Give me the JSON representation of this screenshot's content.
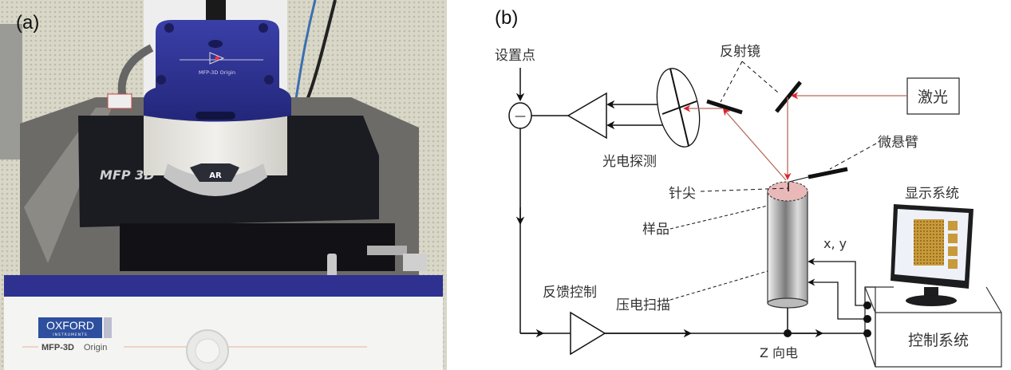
{
  "panel_a": {
    "label": "(a)",
    "device_top_label": "MFP-3D Origin",
    "stage_logo": "MFP 3D",
    "knob_logo": "AR",
    "brand_name": "OXFORD",
    "brand_sub": "INSTRUMENTS",
    "base_label_bold": "MFP-3D",
    "base_label_light": "Origin",
    "colors": {
      "blue": "#2b2f8f",
      "white_body": "#ecebe6",
      "stage": "#1b1c22"
    }
  },
  "panel_b": {
    "label": "(b)",
    "labels": {
      "setpoint": "设置点",
      "mirror": "反射镜",
      "laser": "激光",
      "cantilever": "微悬臂",
      "photodetector": "光电探测",
      "tip": "针尖",
      "sample": "样品",
      "display_system": "显示系统",
      "xy": "x,  y",
      "feedback_control": "反馈控制",
      "piezo_scanner": "压电扫描",
      "z_direction": "Z 向电",
      "control_system": "控制系统",
      "comparator_symbol": "—"
    },
    "colors": {
      "laser_beam": "#b56a5a",
      "arrow_red": "#e0202a",
      "sample_fill": "#e9b9b9",
      "line": "#222222"
    }
  }
}
